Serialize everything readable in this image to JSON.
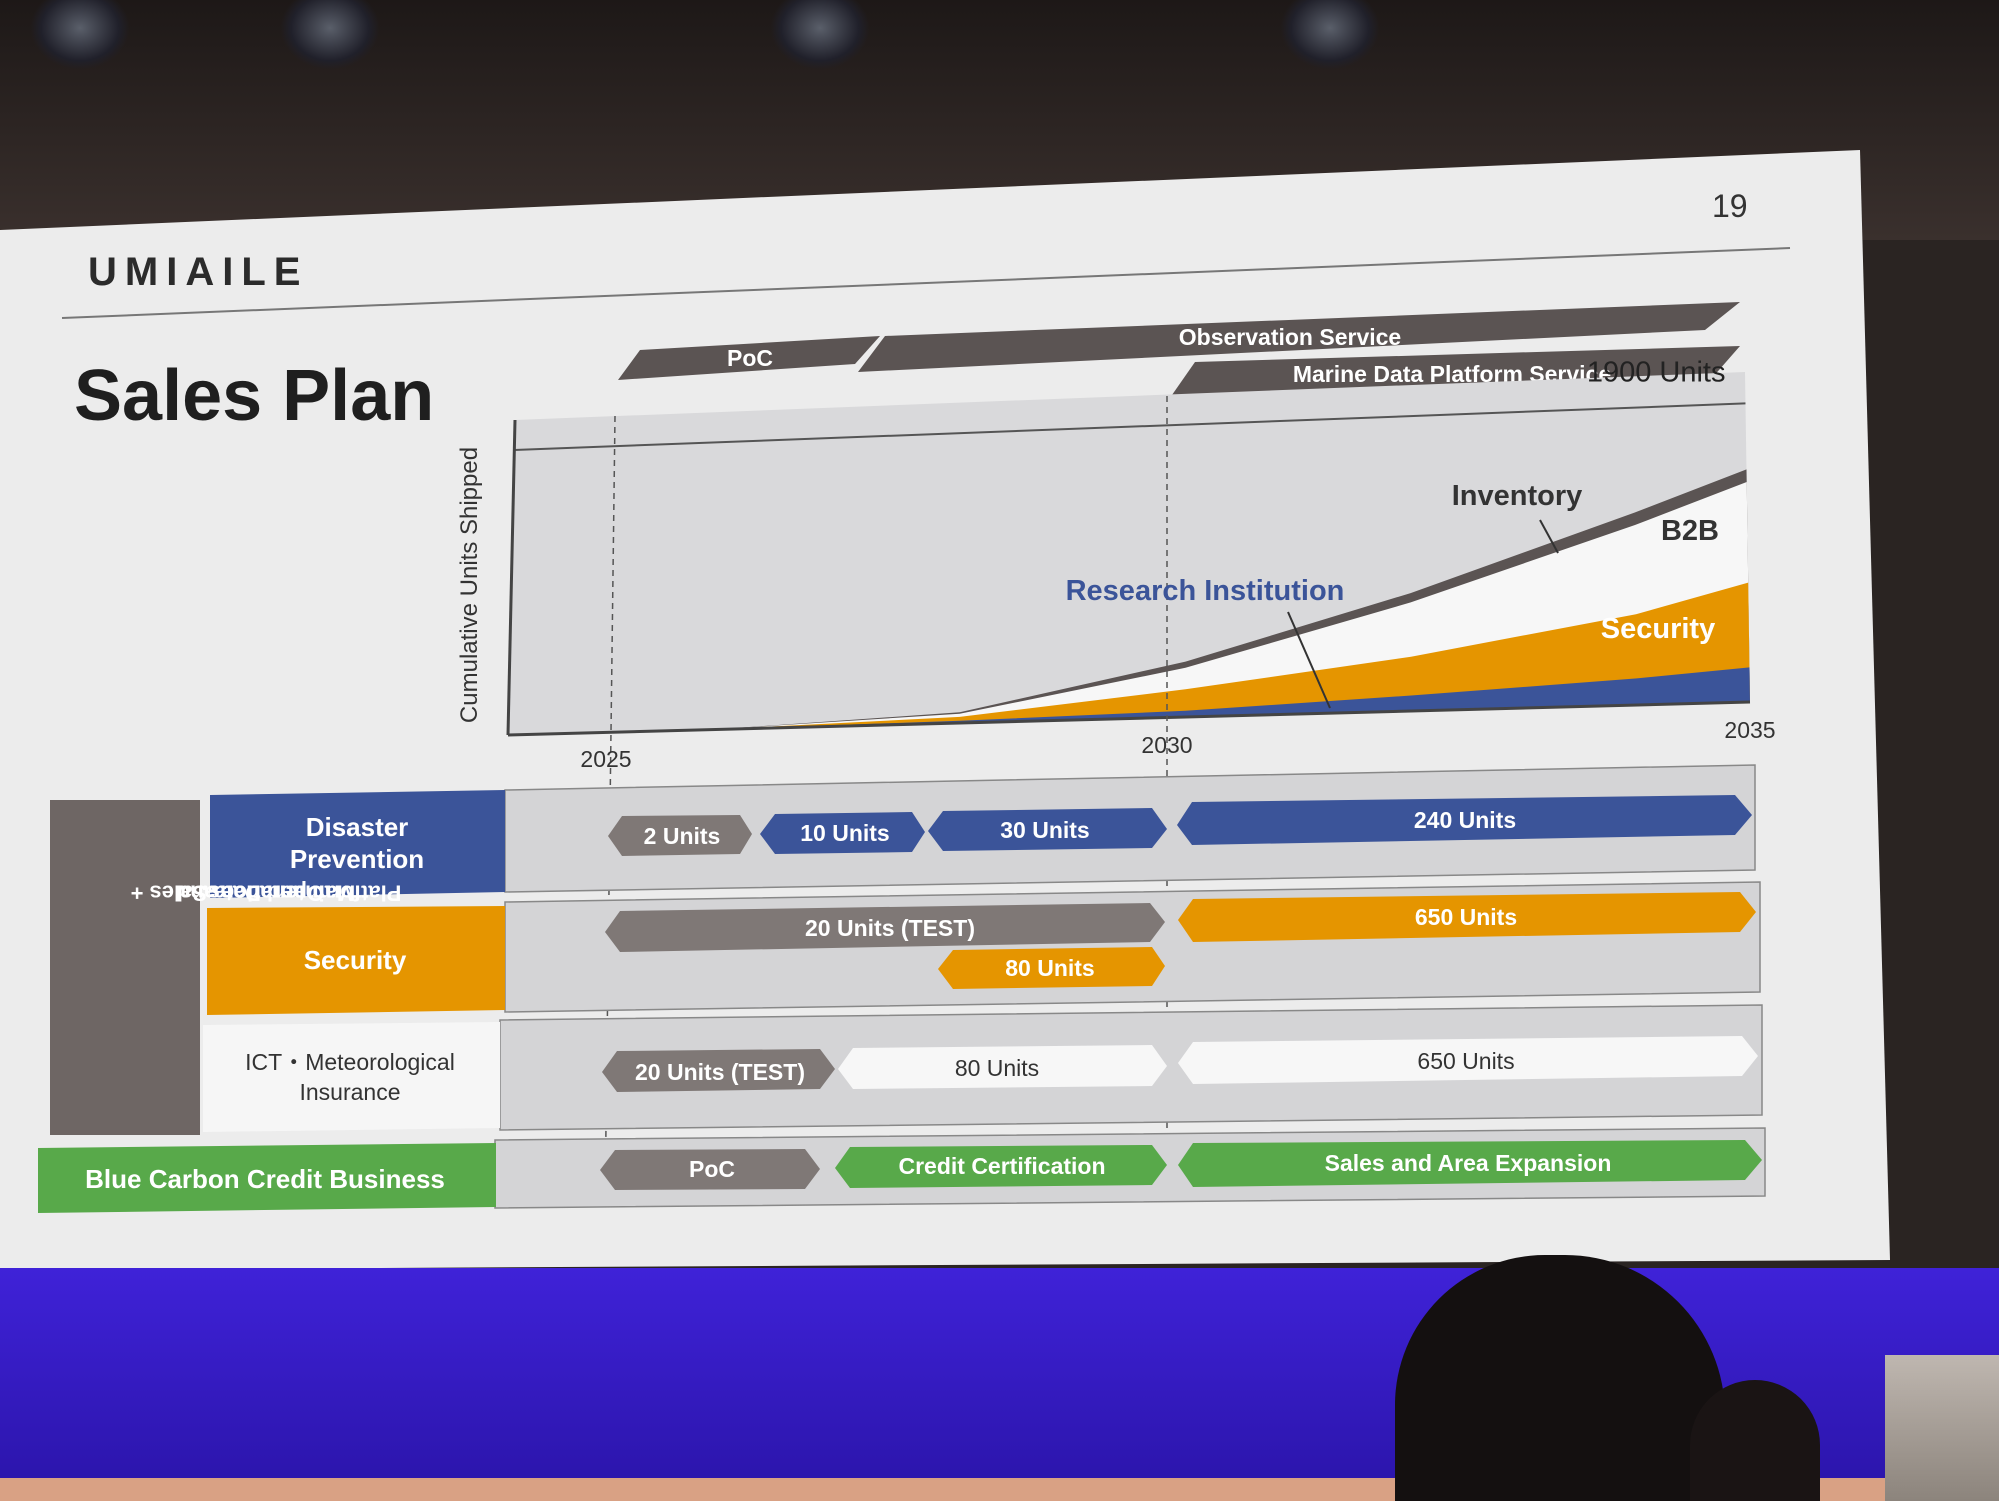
{
  "slide": {
    "logo": "UMIAILE",
    "page_number": "19",
    "title": "Sales Plan"
  },
  "phase_arrows": {
    "poc": "PoC",
    "observation_service": "Observation Service",
    "marine_data_platform": "Marine Data Platform Service"
  },
  "colors": {
    "dark_gray": "#5b5453",
    "blue": "#3b5499",
    "orange": "#e59500",
    "green": "#58a94a",
    "gray": "#7f7876",
    "white": "#f7f7f7"
  },
  "chart_data": {
    "type": "area",
    "ylabel": "Cumulative Units Shipped",
    "x_ticks": [
      "2025",
      "2030",
      "2035"
    ],
    "xlim": [
      2024,
      2035
    ],
    "ylim": [
      0,
      2100
    ],
    "cap_label": "1900 Units",
    "cap_value": 1900,
    "x": [
      2024,
      2026,
      2028,
      2030,
      2032,
      2034,
      2035
    ],
    "series": [
      {
        "name": "Research Institution",
        "color": "#3b5499",
        "values": [
          0,
          2,
          15,
          40,
          100,
          170,
          220
        ]
      },
      {
        "name": "Security",
        "color": "#e59500",
        "values": [
          0,
          3,
          40,
          180,
          350,
          580,
          760
        ]
      },
      {
        "name": "B2B",
        "color": "#f7f7f7",
        "values": [
          0,
          5,
          60,
          320,
          700,
          1150,
          1400
        ]
      },
      {
        "name": "Inventory",
        "color": "#5b5453",
        "values": [
          0,
          6,
          70,
          360,
          760,
          1230,
          1480
        ]
      }
    ],
    "labels": {
      "inventory": "Inventory",
      "b2b": "B2B",
      "research": "Research Institution",
      "security": "Security"
    }
  },
  "rows": {
    "vertical_label_1": "Platform and Data Sales +",
    "vertical_label_2": "Maintenance and",
    "vertical_label_3": "Operations",
    "disaster": {
      "label_1": "Disaster",
      "label_2": "Prevention",
      "a1": "2 Units",
      "a2": "10 Units",
      "a3": "30 Units",
      "a4": "240 Units"
    },
    "security": {
      "label": "Security",
      "a1": "20 Units (TEST)",
      "a2": "80 Units",
      "a3": "650 Units"
    },
    "ict": {
      "label_1": "ICT・Meteorological",
      "label_2": "Insurance",
      "a1": "20 Units (TEST)",
      "a2": "80 Units",
      "a3": "650 Units"
    },
    "blue_carbon": {
      "label": "Blue Carbon Credit Business",
      "a1": "PoC",
      "a2": "Credit Certification",
      "a3": "Sales and Area Expansion"
    }
  }
}
